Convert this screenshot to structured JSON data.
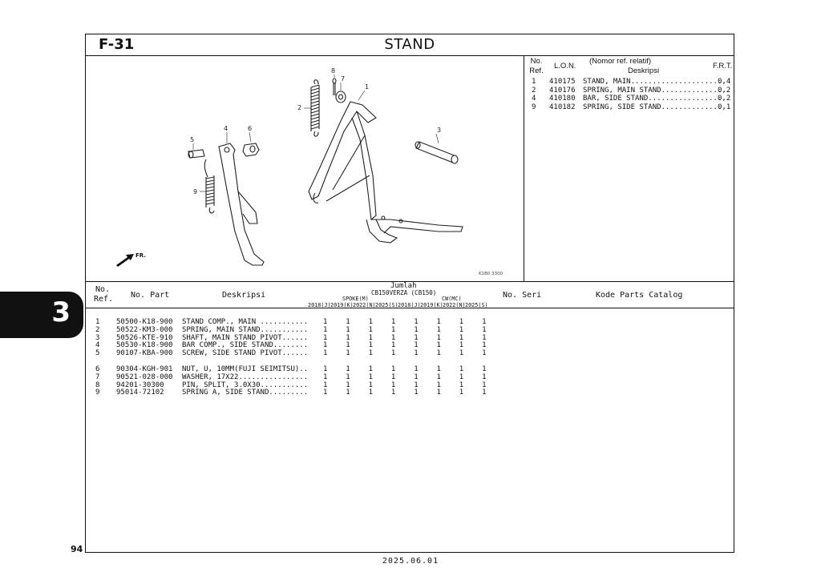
{
  "header": {
    "code": "F-31",
    "title": "STAND"
  },
  "diagram": {
    "callouts": [
      "1",
      "2",
      "3",
      "4",
      "5",
      "6",
      "7",
      "8",
      "9"
    ],
    "front_label": "FR.",
    "figure_code": "K1B0 3300"
  },
  "lon_table": {
    "headers": {
      "no_ref": "No. Ref.",
      "lon": "L.O.N.",
      "desc_top": "(Nomor ref. relatif)",
      "desc": "Deskripsi",
      "frt": "F.R.T."
    },
    "rows": [
      {
        "no": "1",
        "lon": "410175",
        "desc": "STAND, MAIN......................",
        "frt": "0,4"
      },
      {
        "no": "2",
        "lon": "410176",
        "desc": "SPRING, MAIN STAND...............",
        "frt": "0,2"
      },
      {
        "no": "4",
        "lon": "410180",
        "desc": "BAR, SIDE STAND..................",
        "frt": "0,2"
      },
      {
        "no": "9",
        "lon": "410182",
        "desc": "SPRING, SIDE STAND...............",
        "frt": "0,1"
      }
    ]
  },
  "parts_table": {
    "headers": {
      "no_ref": "No. Ref.",
      "no_part": "No. Part",
      "deskripsi": "Deskripsi",
      "jumlah": "Jumlah",
      "model": "CB150VERZA (CB150)",
      "spoke": "SPOKE(M)",
      "cw": "CW(MC)",
      "years": [
        "2018(J)",
        "2019(K)",
        "2022(N)",
        "2025(S)",
        "2018(J)",
        "2019(K)",
        "2022(N)",
        "2025(S)"
      ],
      "no_seri": "No. Seri",
      "kode": "Kode Parts Catalog"
    },
    "rows": [
      {
        "no": "1",
        "part": "50500-K18-900",
        "desc": "STAND COMP., MAIN ...........",
        "qty": [
          "1",
          "1",
          "1",
          "1",
          "1",
          "1",
          "1",
          "1"
        ]
      },
      {
        "no": "2",
        "part": "50522-KM3-000",
        "desc": "SPRING, MAIN STAND...........",
        "qty": [
          "1",
          "1",
          "1",
          "1",
          "1",
          "1",
          "1",
          "1"
        ]
      },
      {
        "no": "3",
        "part": "50526-KTE-910",
        "desc": "SHAFT, MAIN STAND PIVOT......",
        "qty": [
          "1",
          "1",
          "1",
          "1",
          "1",
          "1",
          "1",
          "1"
        ]
      },
      {
        "no": "4",
        "part": "50530-K18-900",
        "desc": "BAR COMP., SIDE STAND........",
        "qty": [
          "1",
          "1",
          "1",
          "1",
          "1",
          "1",
          "1",
          "1"
        ]
      },
      {
        "no": "5",
        "part": "90107-KBA-900",
        "desc": "SCREW, SIDE STAND PIVOT......",
        "qty": [
          "1",
          "1",
          "1",
          "1",
          "1",
          "1",
          "1",
          "1"
        ]
      },
      {
        "no": "6",
        "part": "90304-KGH-901",
        "desc": "NUT, U, 10MM(FUJI SEIMITSU)..",
        "qty": [
          "1",
          "1",
          "1",
          "1",
          "1",
          "1",
          "1",
          "1"
        ]
      },
      {
        "no": "7",
        "part": "90521-028-000",
        "desc": "WASHER, 17X22................",
        "qty": [
          "1",
          "1",
          "1",
          "1",
          "1",
          "1",
          "1",
          "1"
        ]
      },
      {
        "no": "8",
        "part": "94201-30300",
        "desc": "PIN, SPLIT, 3.0X30...........",
        "qty": [
          "1",
          "1",
          "1",
          "1",
          "1",
          "1",
          "1",
          "1"
        ]
      },
      {
        "no": "9",
        "part": "95014-72102",
        "desc": "SPRING A, SIDE STAND.........",
        "qty": [
          "1",
          "1",
          "1",
          "1",
          "1",
          "1",
          "1",
          "1"
        ]
      }
    ]
  },
  "section_tab": "3",
  "page_number": "94",
  "date": "2025.06.01"
}
